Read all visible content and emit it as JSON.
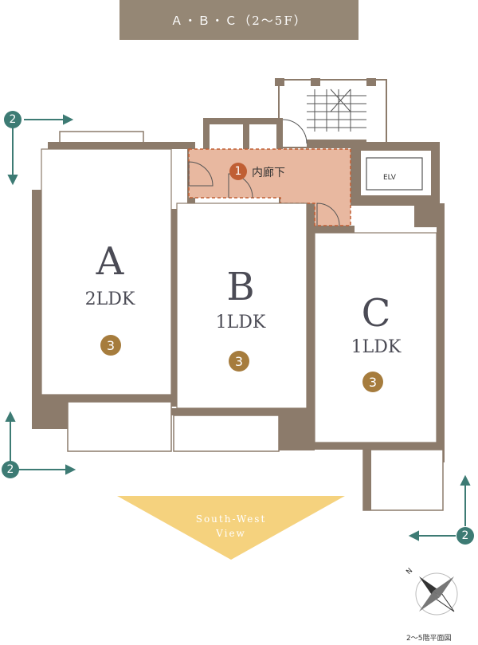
{
  "header": {
    "title": "Ａ・Ｂ・Ｃ（2〜5F）"
  },
  "units": [
    {
      "letter": "A",
      "type": "2LDK",
      "badge": "3"
    },
    {
      "letter": "B",
      "type": "1LDK",
      "badge": "3"
    },
    {
      "letter": "C",
      "type": "1LDK",
      "badge": "3"
    }
  ],
  "corridor": {
    "badge": "1",
    "label": "内廊下"
  },
  "elevator": {
    "label": "ELV"
  },
  "viewpoints": [
    {
      "label": "2"
    },
    {
      "label": "2"
    },
    {
      "label": "2"
    }
  ],
  "view": {
    "line1": "South-West",
    "line2": "View"
  },
  "compass": {
    "north": "N"
  },
  "caption": "2〜5階平面図",
  "colors": {
    "wall": "#8c7b6b",
    "header": "#958775",
    "corridor": "#e8b8a0",
    "marker": "#3d7b74",
    "badge": "#a67c3d",
    "view": "#f5d27e"
  }
}
